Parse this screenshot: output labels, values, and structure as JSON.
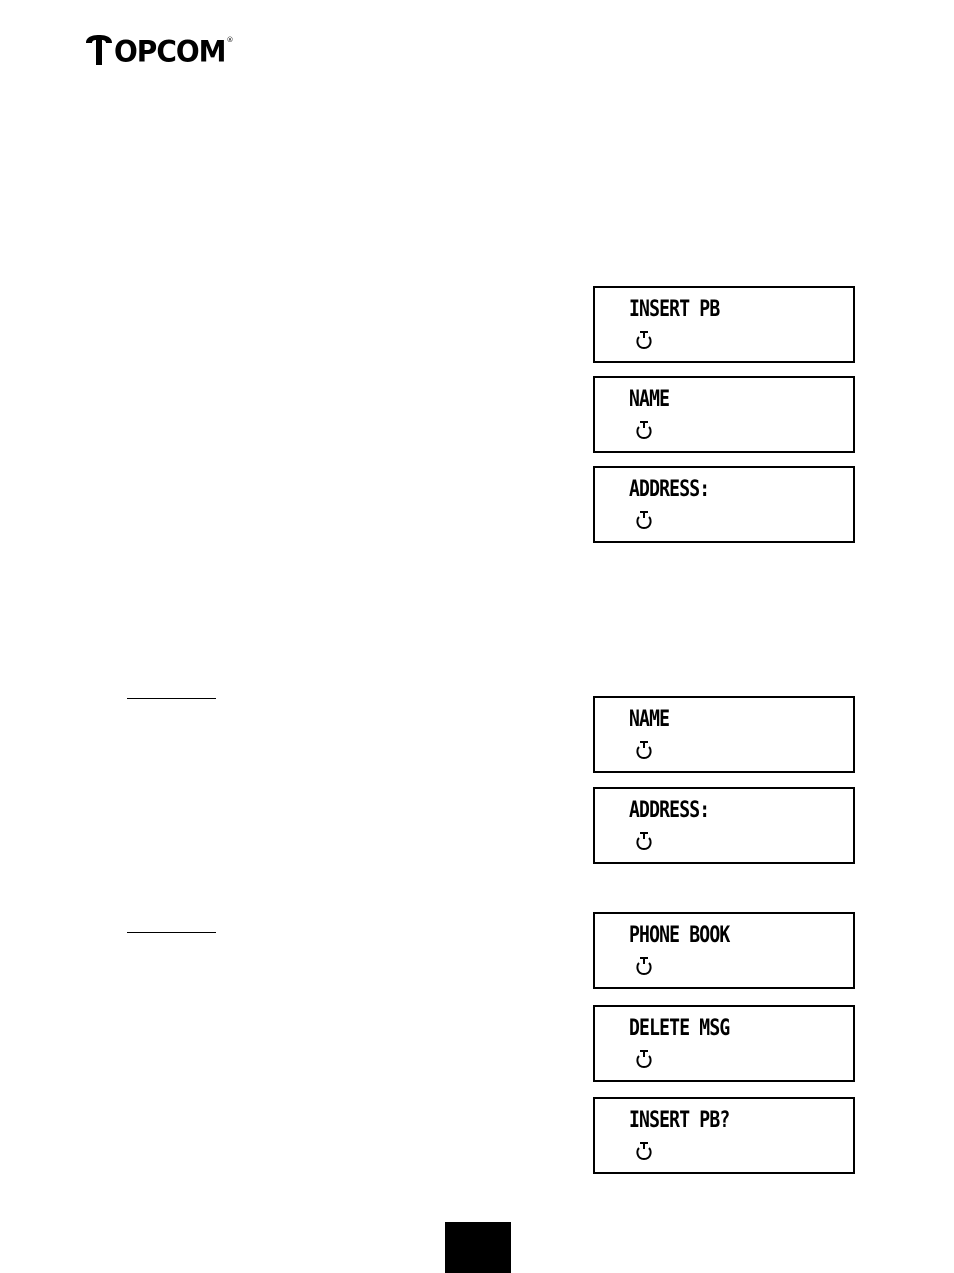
{
  "brand": {
    "name": "OPCOM",
    "registered": "®"
  },
  "section1": {
    "screens": [
      {
        "text": "INSERT PB",
        "icon": "handset-icon"
      },
      {
        "text": "NAME",
        "icon": "handset-icon"
      },
      {
        "text": "ADDRESS:",
        "icon": "handset-icon"
      }
    ]
  },
  "section2": {
    "screens": [
      {
        "text": "NAME",
        "icon": "handset-icon"
      },
      {
        "text": "ADDRESS:",
        "icon": "handset-icon"
      }
    ]
  },
  "section3": {
    "screens": [
      {
        "text": "PHONE BOOK",
        "icon": "handset-icon"
      },
      {
        "text": "DELETE MSG",
        "icon": "handset-icon"
      },
      {
        "text": "INSERT PB?",
        "icon": "handset-icon"
      }
    ]
  }
}
